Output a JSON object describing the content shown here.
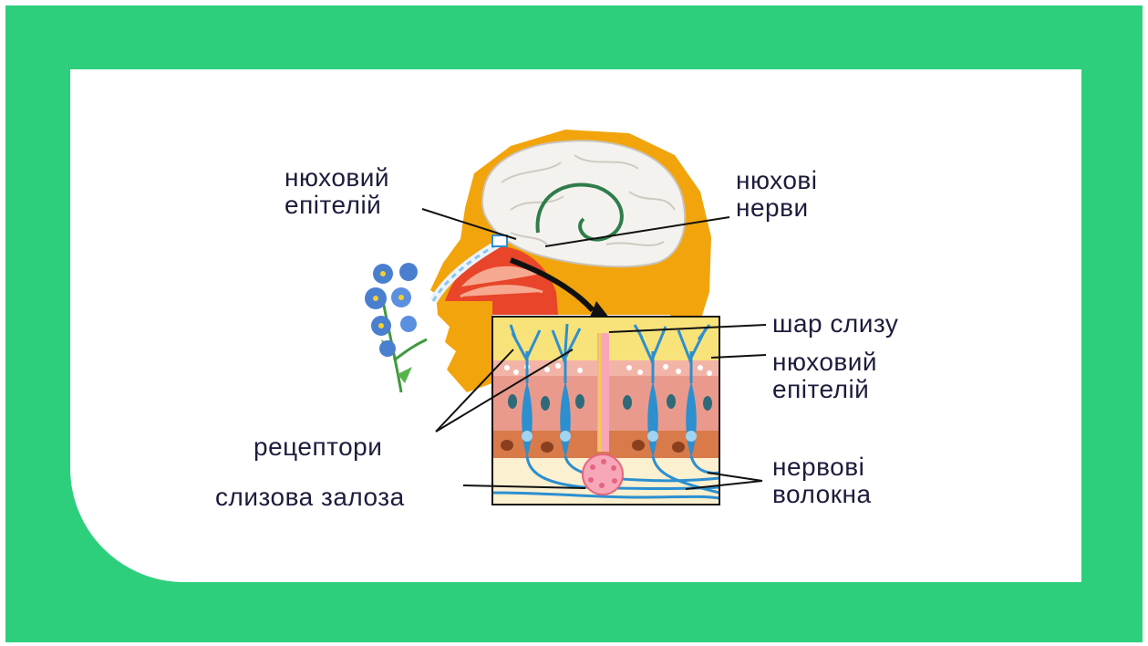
{
  "diagram": {
    "labels": {
      "olfactory_epithelium_top": [
        "нюховий",
        "епітелій"
      ],
      "olfactory_nerves": [
        "нюхові",
        "нерви"
      ],
      "mucus_layer": "шар слизу",
      "olfactory_epithelium_right": [
        "нюховий",
        "епітелій"
      ],
      "receptors": "рецептори",
      "mucous_gland": "слизова залоза",
      "nerve_fibers": [
        "нервові",
        "волокна"
      ]
    },
    "colors": {
      "frame": "#2ecf7c",
      "card": "#ffffff",
      "head": "#f2a40c",
      "brain": "#f4f2ee",
      "receptor_cells": "#2c8fcf",
      "mucus": "#f8e27a",
      "epithelium": "#e99a8c",
      "flower": "#4a7fd0",
      "text": "#1c1c3c"
    }
  }
}
